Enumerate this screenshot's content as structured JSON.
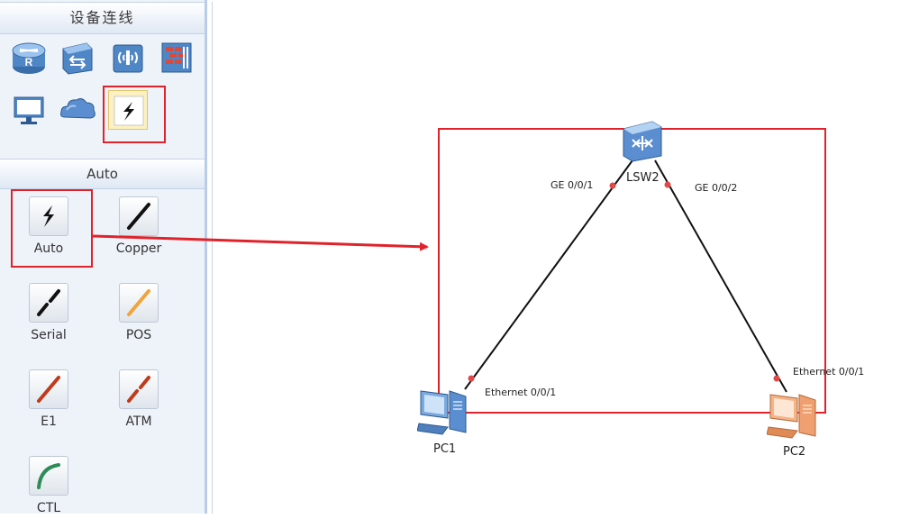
{
  "sidebar": {
    "devices_title": "设备连线",
    "cable_title": "Auto",
    "devices": [
      {
        "name": "router",
        "icon": "router-icon"
      },
      {
        "name": "switch",
        "icon": "switch-icon"
      },
      {
        "name": "wireless",
        "icon": "wireless-ap-icon"
      },
      {
        "name": "firewall",
        "icon": "firewall-icon"
      },
      {
        "name": "pc",
        "icon": "monitor-icon"
      },
      {
        "name": "cloud",
        "icon": "cloud-icon"
      },
      {
        "name": "auto-connect",
        "icon": "lightning-icon",
        "selected": true
      }
    ],
    "cables": [
      {
        "label": "Auto",
        "icon": "lightning-icon",
        "selected": true
      },
      {
        "label": "Copper",
        "icon": "copper-cable-icon",
        "color": "#111111"
      },
      {
        "label": "Serial",
        "icon": "serial-cable-icon",
        "color": "#111111"
      },
      {
        "label": "POS",
        "icon": "pos-cable-icon",
        "color": "#f0a43a"
      },
      {
        "label": "E1",
        "icon": "e1-cable-icon",
        "color": "#c0391b"
      },
      {
        "label": "ATM",
        "icon": "atm-cable-icon",
        "color": "#c0391b"
      },
      {
        "label": "CTL",
        "icon": "ctl-cable-icon",
        "color": "#2e8b57"
      }
    ]
  },
  "topology": {
    "nodes": {
      "lsw2": {
        "label": "LSW2",
        "icon": "l3-switch-icon"
      },
      "pc1": {
        "label": "PC1",
        "icon": "pc-icon"
      },
      "pc2": {
        "label": "PC2",
        "icon": "pc-icon"
      }
    },
    "ports": {
      "lsw2_to_pc1": "GE 0/0/1",
      "lsw2_to_pc2": "GE 0/0/2",
      "pc1_port": "Ethernet 0/0/1",
      "pc2_port": "Ethernet 0/0/1"
    }
  },
  "colors": {
    "highlight": "#e0232b",
    "link": "#111111",
    "port_dot": "#e04848"
  }
}
